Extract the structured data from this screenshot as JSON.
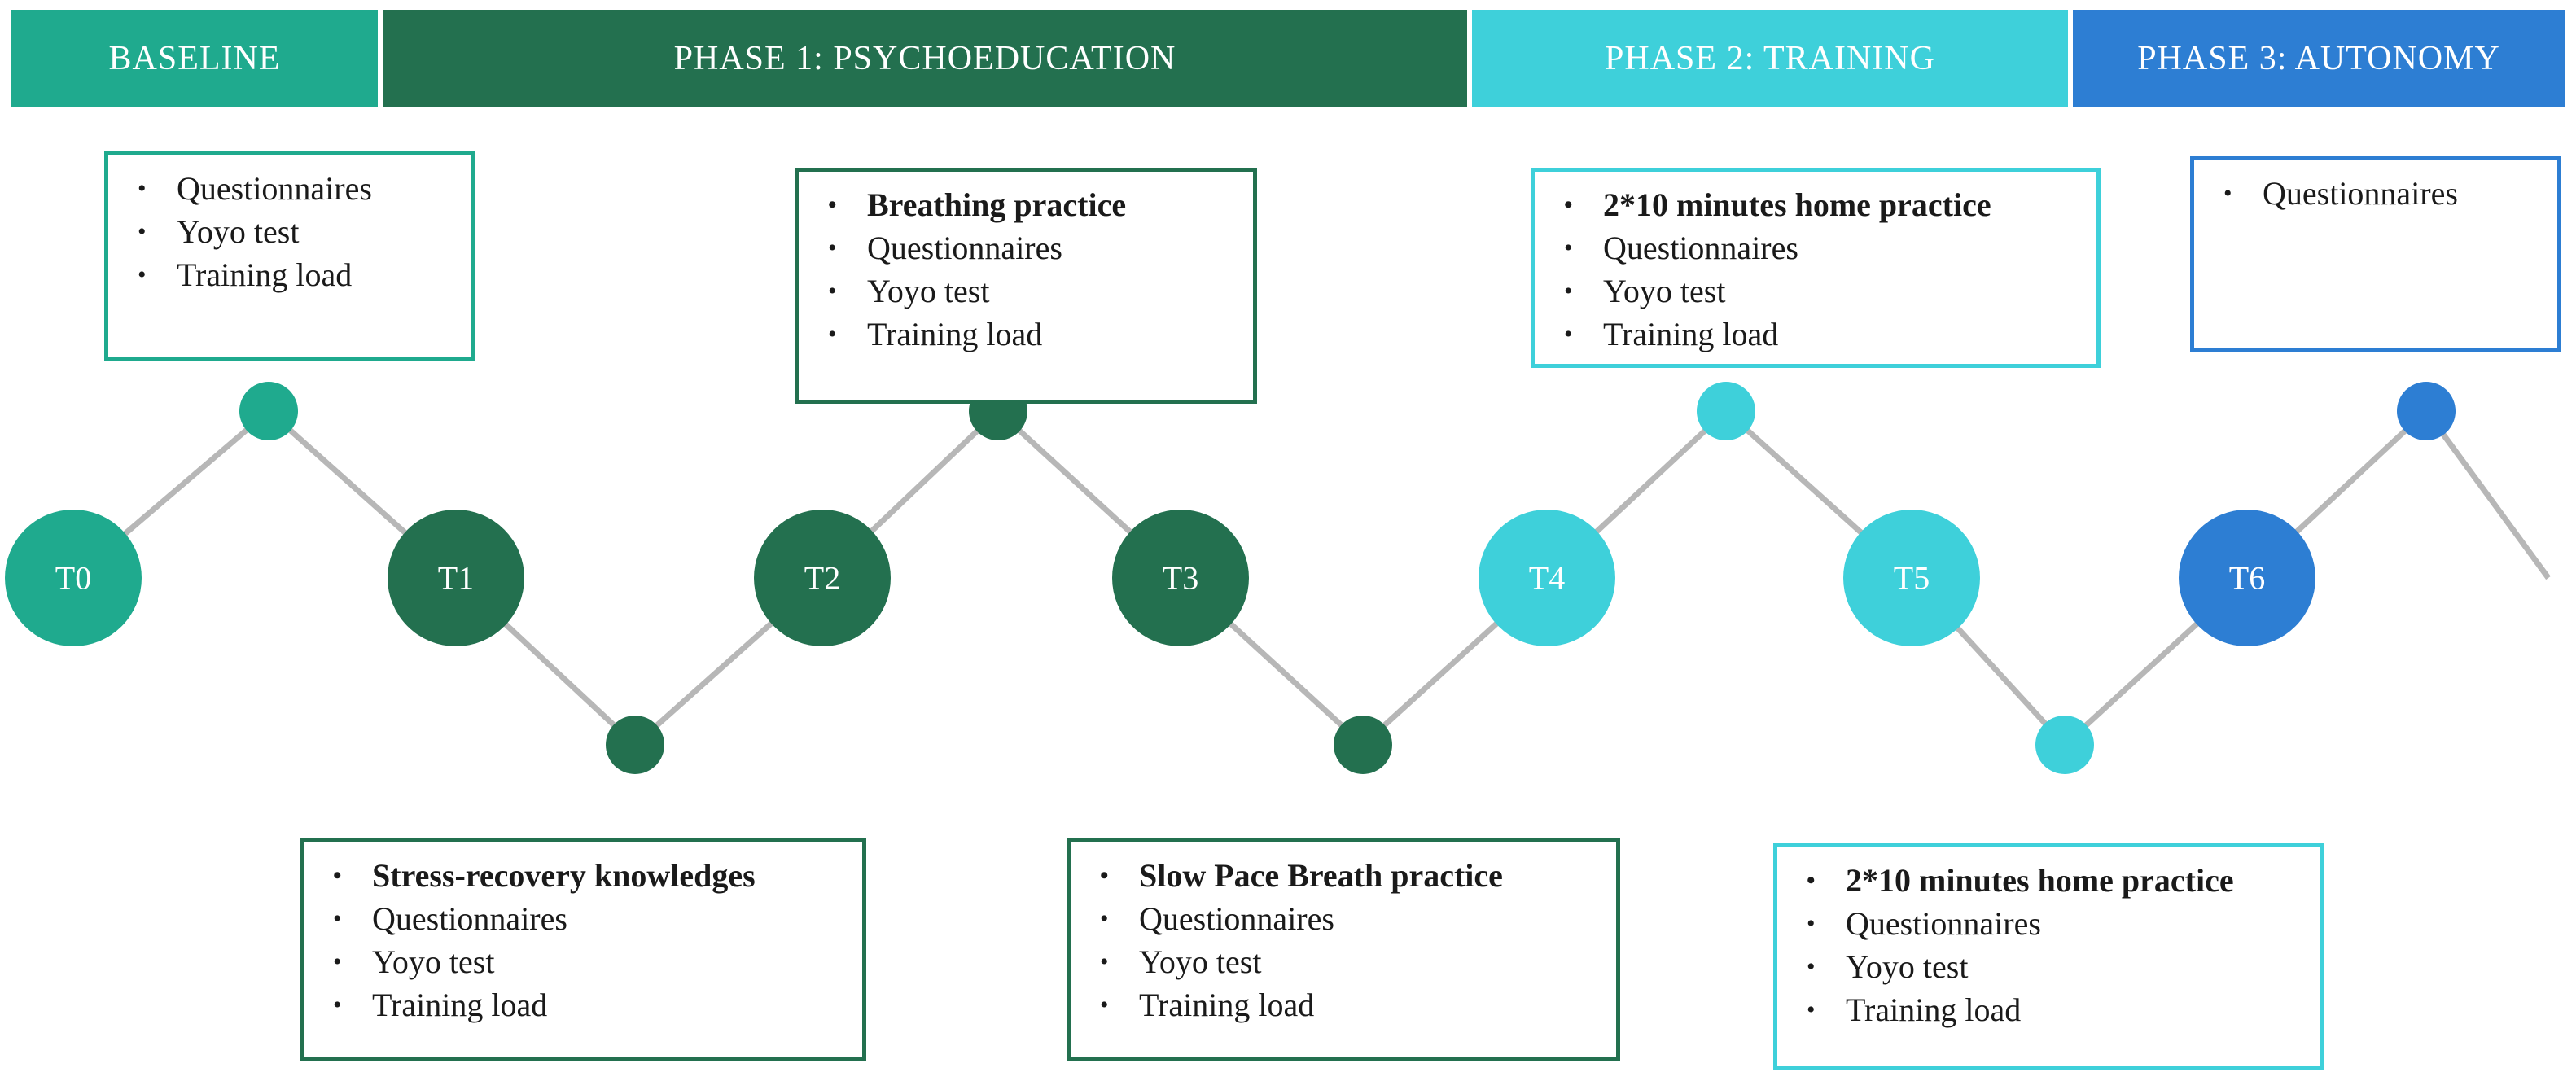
{
  "colors": {
    "baseline": "#1FAA8E",
    "phase1": "#23704F",
    "phase2": "#3ED0DA",
    "phase3": "#2D7ED3",
    "connector": "#B7B7B7"
  },
  "phases": [
    {
      "id": "baseline",
      "label": "BASELINE"
    },
    {
      "id": "phase1",
      "label": "PHASE 1: PSYCHOEDUCATION"
    },
    {
      "id": "phase2",
      "label": "PHASE 2: TRAINING"
    },
    {
      "id": "phase3",
      "label": "PHASE 3: AUTONOMY"
    }
  ],
  "timepoints": [
    {
      "label": "T0",
      "phase": "baseline"
    },
    {
      "label": "T1",
      "phase": "phase1"
    },
    {
      "label": "T2",
      "phase": "phase1"
    },
    {
      "label": "T3",
      "phase": "phase1"
    },
    {
      "label": "T4",
      "phase": "phase2"
    },
    {
      "label": "T5",
      "phase": "phase2"
    },
    {
      "label": "T6",
      "phase": "phase3"
    }
  ],
  "boxes": [
    {
      "id": "box-t0",
      "phase": "baseline",
      "items": [
        {
          "text": "Questionnaires",
          "bold": false
        },
        {
          "text": "Yoyo test",
          "bold": false
        },
        {
          "text": "Training load",
          "bold": false
        }
      ]
    },
    {
      "id": "box-t1",
      "phase": "phase1",
      "items": [
        {
          "text": "Stress-recovery knowledges",
          "bold": true
        },
        {
          "text": "Questionnaires",
          "bold": false
        },
        {
          "text": "Yoyo test",
          "bold": false
        },
        {
          "text": "Training load",
          "bold": false
        }
      ]
    },
    {
      "id": "box-t2",
      "phase": "phase1",
      "items": [
        {
          "text": "Breathing practice",
          "bold": true
        },
        {
          "text": "Questionnaires",
          "bold": false
        },
        {
          "text": "Yoyo test",
          "bold": false
        },
        {
          "text": "Training load",
          "bold": false
        }
      ]
    },
    {
      "id": "box-t3",
      "phase": "phase1",
      "items": [
        {
          "text": "Slow Pace Breath practice",
          "bold": true
        },
        {
          "text": "Questionnaires",
          "bold": false
        },
        {
          "text": "Yoyo test",
          "bold": false
        },
        {
          "text": "Training load",
          "bold": false
        }
      ]
    },
    {
      "id": "box-t4",
      "phase": "phase2",
      "items": [
        {
          "text": "2*10 minutes home practice",
          "bold": true
        },
        {
          "text": "Questionnaires",
          "bold": false
        },
        {
          "text": "Yoyo test",
          "bold": false
        },
        {
          "text": "Training load",
          "bold": false
        }
      ]
    },
    {
      "id": "box-t5",
      "phase": "phase2",
      "items": [
        {
          "text": "2*10 minutes home practice",
          "bold": true
        },
        {
          "text": "Questionnaires",
          "bold": false
        },
        {
          "text": "Yoyo test",
          "bold": false
        },
        {
          "text": "Training load",
          "bold": false
        }
      ]
    },
    {
      "id": "box-t6",
      "phase": "phase3",
      "items": [
        {
          "text": "Questionnaires",
          "bold": false
        }
      ]
    }
  ]
}
